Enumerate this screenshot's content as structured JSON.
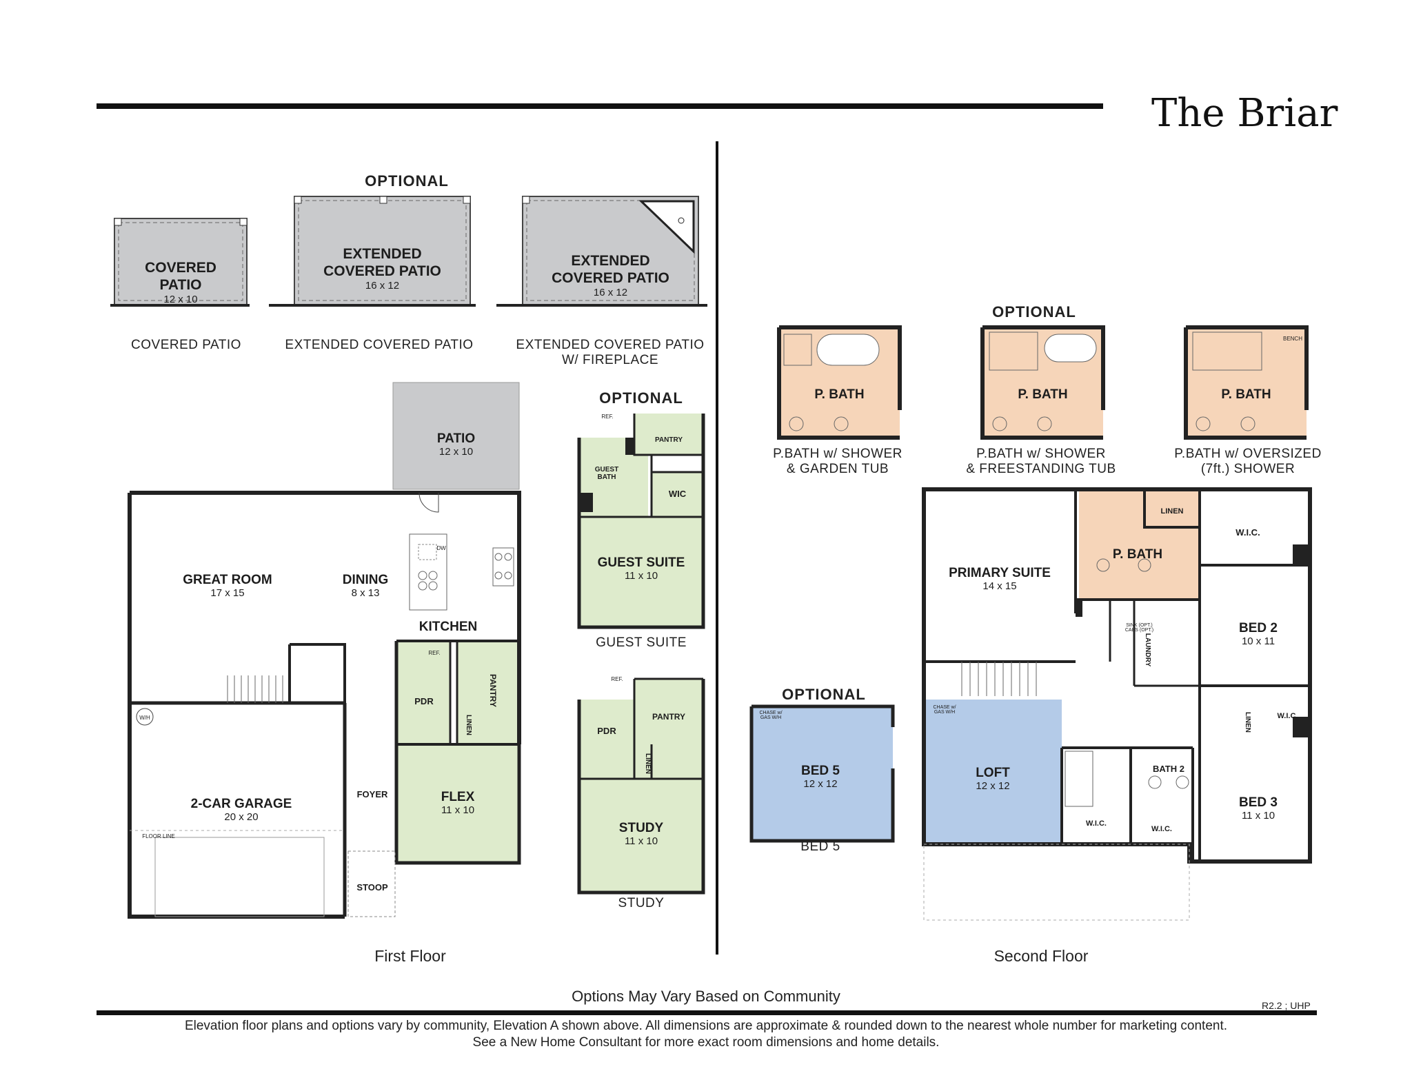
{
  "title": "The Briar",
  "first_floor": {
    "optional_heading_top": "OPTIONAL",
    "patios": [
      {
        "name": "COVERED\nPATIO",
        "dims": "12 x 10",
        "caption": "COVERED PATIO"
      },
      {
        "name": "EXTENDED\nCOVERED PATIO",
        "dims": "16 x 12",
        "caption": "EXTENDED COVERED PATIO"
      },
      {
        "name": "EXTENDED\nCOVERED PATIO",
        "dims": "16 x 12",
        "caption": "EXTENDED COVERED PATIO\nW/ FIREPLACE"
      }
    ],
    "rooms": {
      "patio": {
        "name": "PATIO",
        "dims": "12 x 10"
      },
      "great_room": {
        "name": "GREAT ROOM",
        "dims": "17 x 15"
      },
      "dining": {
        "name": "DINING",
        "dims": "8 x 13"
      },
      "kitchen": {
        "name": "KITCHEN"
      },
      "garage": {
        "name": "2-CAR GARAGE",
        "dims": "20 x 20"
      },
      "foyer": {
        "name": "FOYER"
      },
      "stoop": {
        "name": "STOOP"
      },
      "pdr": {
        "name": "PDR"
      },
      "pantry": {
        "name": "PANTRY"
      },
      "linen": {
        "name": "LINEN"
      },
      "flex": {
        "name": "FLEX",
        "dims": "11 x 10"
      },
      "wh": {
        "name": "W/H"
      },
      "dw": {
        "name": "DW"
      },
      "ref": {
        "name": "REF."
      },
      "floor_line": {
        "name": "FLOOR LINE"
      }
    },
    "optional_heading_guest": "OPTIONAL",
    "guest_suite": {
      "pantry": "PANTRY",
      "guest_bath": "GUEST\nBATH",
      "wic": "WIC",
      "name": "GUEST SUITE",
      "dims": "11 x 10",
      "caption": "GUEST SUITE",
      "ref": "REF."
    },
    "study": {
      "pdr": "PDR",
      "pantry": "PANTRY",
      "linen": "LINEN",
      "name": "STUDY",
      "dims": "11 x 10",
      "caption": "STUDY",
      "ref": "REF."
    },
    "caption": "First Floor"
  },
  "second_floor": {
    "optional_heading_bath": "OPTIONAL",
    "bath_options": [
      {
        "name": "P. BATH",
        "caption": "P.BATH w/ SHOWER\n& GARDEN TUB"
      },
      {
        "name": "P. BATH",
        "caption": "P.BATH w/ SHOWER\n& FREESTANDING TUB"
      },
      {
        "name": "P. BATH",
        "caption": "P.BATH w/ OVERSIZED\n(7ft.) SHOWER",
        "bench": "BENCH"
      }
    ],
    "optional_heading_bed5": "OPTIONAL",
    "bed5": {
      "name": "BED 5",
      "dims": "12 x 12",
      "caption": "BED 5",
      "note": "CHASE w/\nGAS W/H"
    },
    "rooms": {
      "primary_suite": {
        "name": "PRIMARY SUITE",
        "dims": "14 x 15"
      },
      "p_bath": {
        "name": "P. BATH"
      },
      "linen": {
        "name": "LINEN"
      },
      "wic_primary": {
        "name": "W.I.C."
      },
      "bed2": {
        "name": "BED 2",
        "dims": "10 x 11"
      },
      "laundry": {
        "name": "LAUNDRY"
      },
      "sink_note": {
        "name": "SINK (OPT.)\nCABS (OPT.)"
      },
      "loft": {
        "name": "LOFT",
        "dims": "12 x 12",
        "note": "CHASE w/\nGAS W/H"
      },
      "linen2": {
        "name": "LINEN"
      },
      "wic_bed2": {
        "name": "W.I.C."
      },
      "bath2": {
        "name": "BATH 2"
      },
      "wic_a": {
        "name": "W.I.C."
      },
      "wic_b": {
        "name": "W.I.C."
      },
      "bed3": {
        "name": "BED 3",
        "dims": "11 x 10"
      }
    },
    "caption": "Second Floor"
  },
  "options_note": "Options May Vary Based on Community",
  "revision": "R2.2 ; UHP",
  "disclaimer_line1": "Elevation floor plans and options vary by community, Elevation A shown above. All dimensions are approximate & rounded down to the nearest whole number for marketing content.",
  "disclaimer_line2": "See a New Home Consultant for more exact room dimensions and home details.",
  "colors": {
    "patio_gray": "#c9cacc",
    "flex_green": "#deebcc",
    "bath_peach": "#f6d5b9",
    "bed_blue": "#b4cbe8",
    "wall": "#222222"
  }
}
